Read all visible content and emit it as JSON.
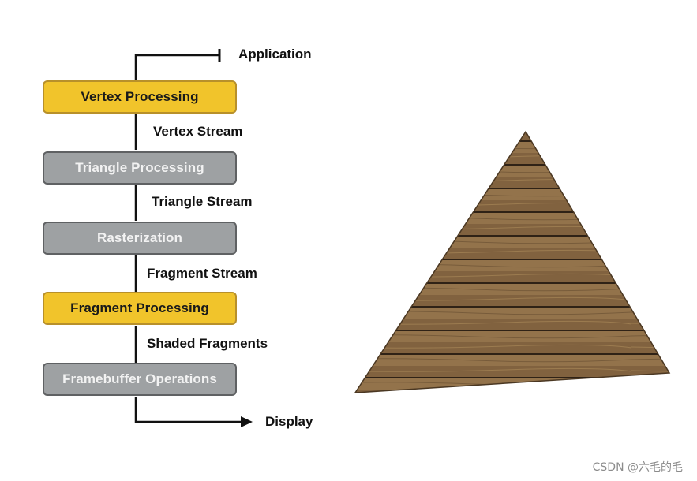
{
  "pipeline": {
    "input_label": "Application",
    "stages": [
      {
        "label": "Vertex Processing",
        "style": "yellow"
      },
      {
        "label": "Triangle Processing",
        "style": "gray"
      },
      {
        "label": "Rasterization",
        "style": "gray"
      },
      {
        "label": "Fragment Processing",
        "style": "yellow"
      },
      {
        "label": "Framebuffer Operations",
        "style": "gray"
      }
    ],
    "streams": [
      "Vertex Stream",
      "Triangle Stream",
      "Fragment Stream",
      "Shaded Fragments"
    ],
    "output_label": "Display"
  },
  "colors": {
    "stage_yellow": "#f1c42b",
    "stage_gray": "#9ea1a3",
    "wood": "#8a6a44"
  },
  "watermark": "CSDN @六毛的毛"
}
